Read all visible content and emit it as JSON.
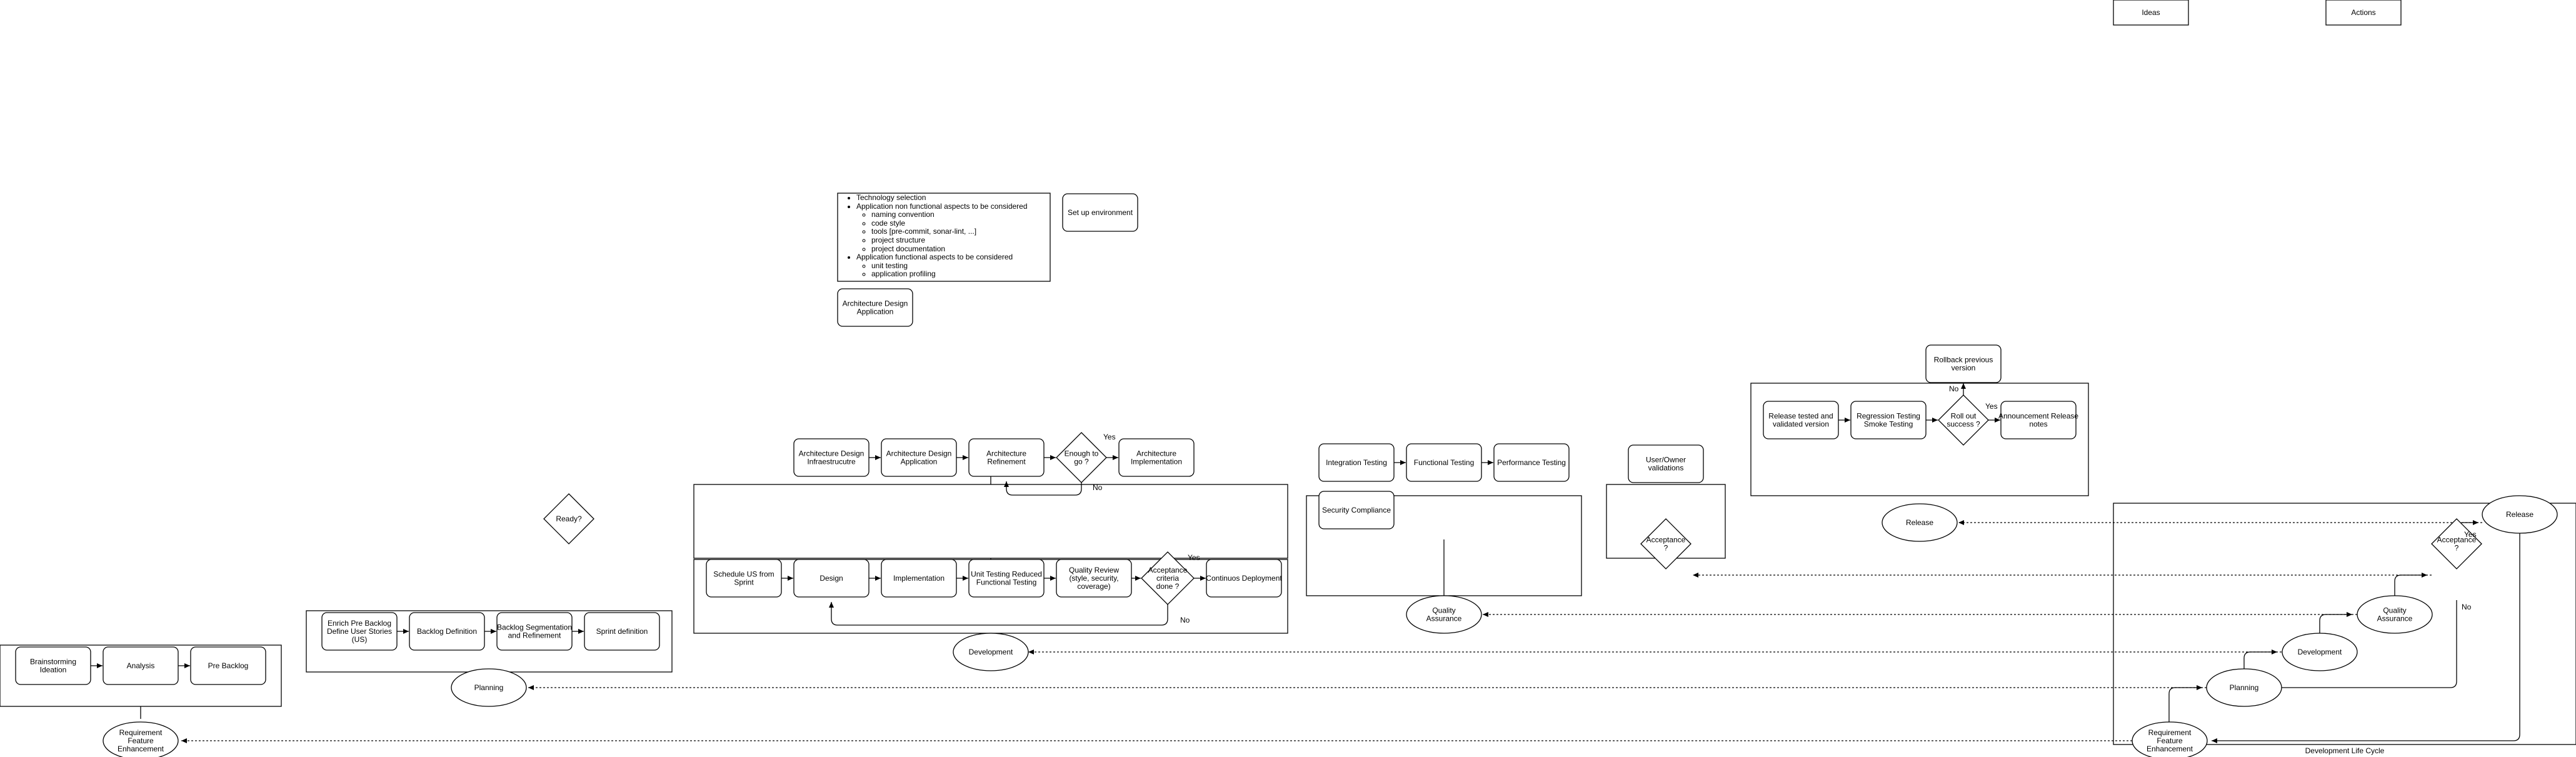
{
  "legend": {
    "ideas": "Ideas",
    "actions": "Actions"
  },
  "caption": "Development Life Cycle",
  "notes": {
    "items": [
      {
        "text": "Technology selection",
        "sub": []
      },
      {
        "text": "Application non functional aspects to be considered",
        "sub": [
          "naming convention",
          "code style",
          "tools [pre-commit, sonar-lint, ...]",
          "project structure",
          "project documentation"
        ]
      },
      {
        "text": "Application functional aspects to be considered",
        "sub": [
          "unit testing",
          "application profiling"
        ]
      }
    ]
  },
  "boxes": {
    "setup_env": "Set up environment",
    "arch_design_app_top": "Architecture Design Application",
    "brainstorming": "Brainstorming Ideation",
    "analysis": "Analysis",
    "pre_backlog": "Pre Backlog",
    "enrich": "Enrich Pre Backlog Define User Stories (US)",
    "backlog_def": "Backlog Definition",
    "backlog_seg": "Backlog Segmentation and Refinement",
    "sprint_def": "Sprint definition",
    "schedule_us": "Schedule US from Sprint",
    "design": "Design",
    "implementation": "Implementation",
    "unit_testing": "Unit Testing Reduced Functional Testing",
    "quality_review": "Quality Review (style, security, coverage)",
    "continuous_deployment": "Continuos Deployment",
    "arch_infra": "Architecture Design Infraestrucutre",
    "arch_app": "Architecture Design Application",
    "arch_refinement": "Architecture Refinement",
    "arch_impl": "Architecture Implementation",
    "integration_testing": "Integration Testing",
    "functional_testing": "Functional Testing",
    "performance_testing": "Performance Testing",
    "security_compliance": "Security Compliance",
    "user_owner": "User/Owner validations",
    "release_tested": "Release tested and validated version",
    "regression": "Regression Testing Smoke Testing",
    "rollback": "Rollback previous version",
    "announcement": "Announcement Release notes"
  },
  "diamonds": {
    "ready": "Ready?",
    "enough": "Enough to go ?",
    "acceptance_criteria": "Acceptance criteria done ?",
    "acceptance_uo": "Acceptance ?",
    "rollout": "Roll out success ?",
    "acceptance_right": "Acceptance ?"
  },
  "ellipses": {
    "req_left": "Requirement Feature Enhancement",
    "planning_left": "Planning",
    "development_left": "Development",
    "qa_left": "Quality Assurance",
    "release_left": "Release",
    "req_right": "Requirement Feature Enhancement",
    "planning_right": "Planning",
    "development_right": "Development",
    "qa_right": "Quality Assurance",
    "release_right": "Release"
  },
  "edge_labels": {
    "yes": "Yes",
    "no": "No"
  }
}
